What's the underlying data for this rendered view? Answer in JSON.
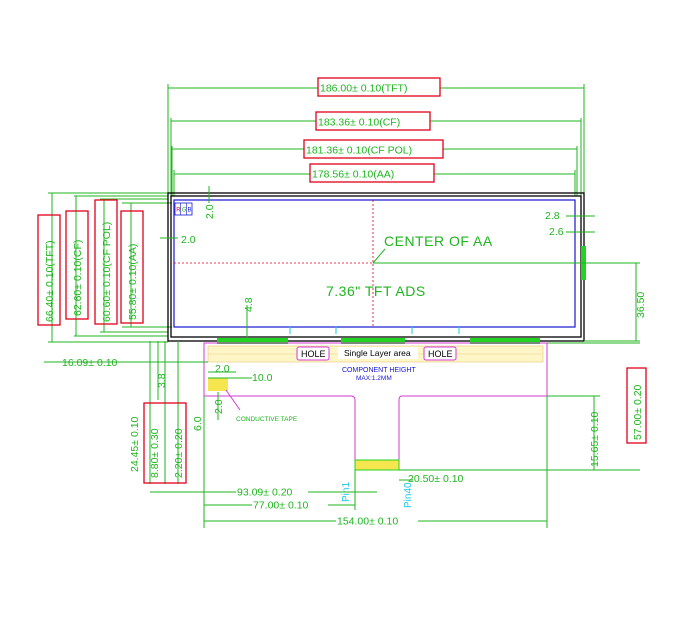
{
  "dims_top": {
    "tft": "186.00± 0.10(TFT)",
    "cf": "183.36± 0.10(CF)",
    "cf_pol": "181.36± 0.10(CF POL)",
    "aa": "178.56± 0.10(AA)"
  },
  "dims_left": {
    "tft": "66.40± 0.10(TFT)",
    "cf": "62.60± 0.10(CF)",
    "cf_pol": "60.60± 0.10(CF POL)",
    "aa": "55.80± 0.10(AA)"
  },
  "panel": {
    "center_label": "CENTER OF AA",
    "model_label": "7.36\" TFT ADS",
    "corner_marks": [
      "R",
      "G",
      "B"
    ]
  },
  "small_dims": {
    "top_2": "2.0",
    "left_2": "2.0",
    "right_28": "2.8",
    "right_26": "2.6",
    "dim_48": "4.8",
    "dim_3650": "36.50",
    "dim_1609": "16.09± 0.10",
    "dim_38": "3.8",
    "dim_20a": "2.0",
    "dim_100": "10.0",
    "dim_20b": "2.0",
    "dim_60": "6.0",
    "dim_2445": "24.45± 0.10",
    "dim_880": "8.80± 0.30",
    "dim_220": "2.20± 0.20",
    "dim_1565": "15.65± 0.10",
    "dim_5700": "57.00± 0.20",
    "dim_9309": "93.09± 0.20",
    "dim_7700": "77.00± 0.10",
    "dim_15400": "154.00± 0.10",
    "dim_2050": "20.50± 0.10"
  },
  "fpc": {
    "hole_left": "HOLE",
    "hole_right": "HOLE",
    "single_layer": "Single Layer area",
    "component_height": "COMPONENT  HEIGHT",
    "component_max": "MAX:1.2MM",
    "conductive_tape": "CONDUCTIVE TAPE",
    "pin1": "Pin1",
    "pin40": "Pin40"
  },
  "colors": {
    "dimension": "#1fb51f",
    "highlight_box": "#e0001a",
    "active_area": "#1616d0",
    "fpc_outline": "#d23bd2",
    "pin_label": "#19c8e6",
    "contacts": "#22d422",
    "tape": "#f5e650"
  }
}
